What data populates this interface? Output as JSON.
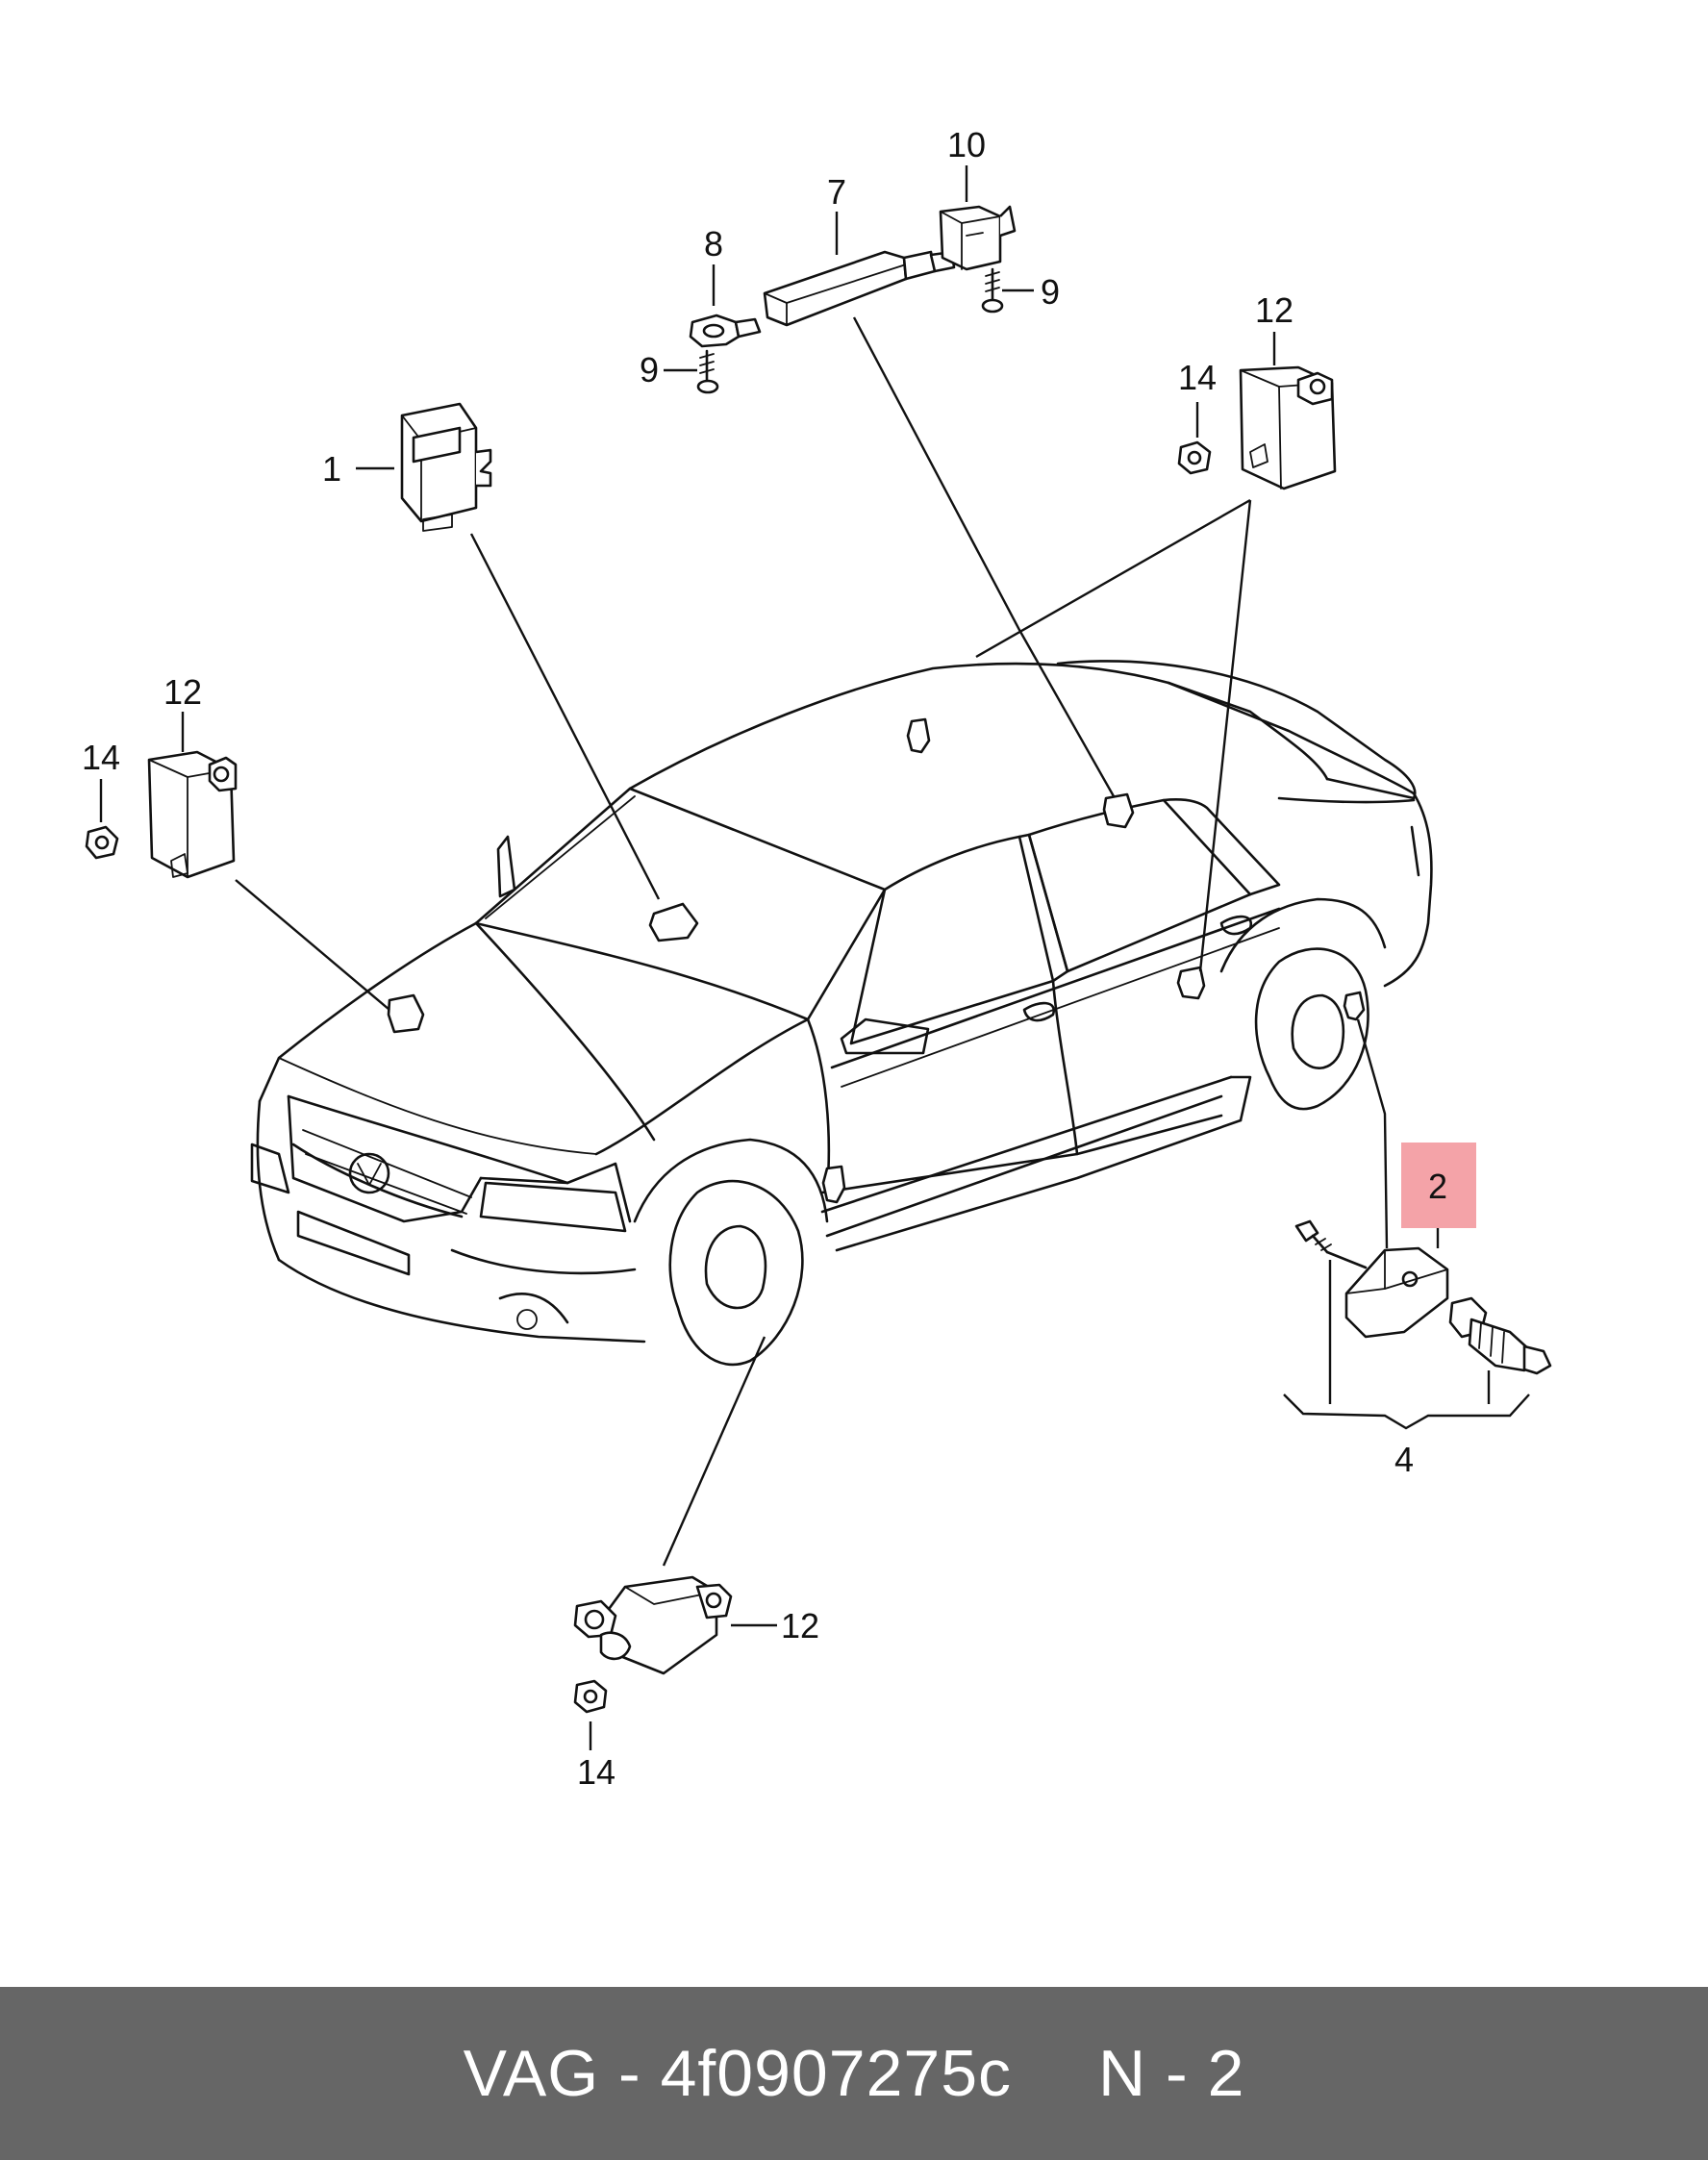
{
  "callouts": {
    "c1": "1",
    "c2": "2",
    "c4": "4",
    "c7": "7",
    "c8": "8",
    "c9a": "9",
    "c9b": "9",
    "c10": "10",
    "c12_left": "12",
    "c12_right": "12",
    "c12_bottom": "12",
    "c14_left": "14",
    "c14_right": "14",
    "c14_bottom": "14"
  },
  "highlight": {
    "callout": "2",
    "color": "#f4a3a8"
  },
  "caption": {
    "brand_part": "VAG - 4f0907275c",
    "position": "N - 2"
  }
}
